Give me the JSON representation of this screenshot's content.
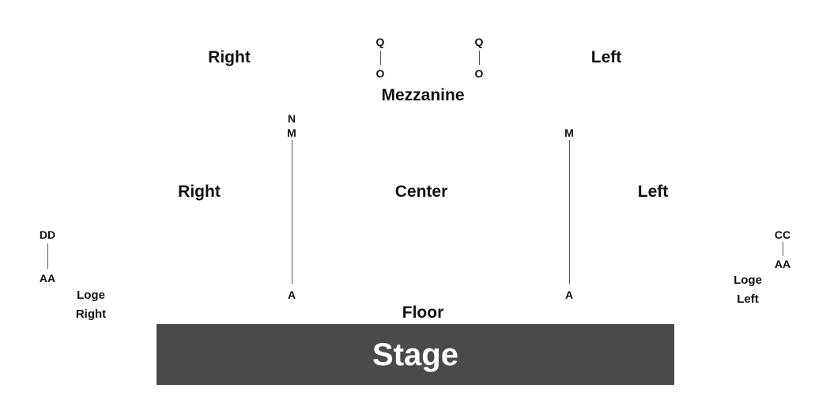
{
  "mezzanine": {
    "title": "Mezzanine",
    "right_label": "Right",
    "left_label": "Left",
    "left_row_range": {
      "start": "Q",
      "end": "O"
    },
    "right_row_range": {
      "start": "Q",
      "end": "O"
    }
  },
  "floor": {
    "title": "Floor",
    "right_label": "Right",
    "center_label": "Center",
    "left_label": "Left",
    "right_aisle": {
      "top_rows": [
        "N",
        "M"
      ],
      "bottom_row": "A"
    },
    "left_aisle": {
      "top_row": "M",
      "bottom_row": "A"
    }
  },
  "loge_right": {
    "line1": "Loge",
    "line2": "Right",
    "row_top": "DD",
    "row_bottom": "AA"
  },
  "loge_left": {
    "line1": "Loge",
    "line2": "Left",
    "row_top": "CC",
    "row_bottom": "AA"
  },
  "stage": {
    "label": "Stage",
    "color": "#4a4a4a"
  }
}
